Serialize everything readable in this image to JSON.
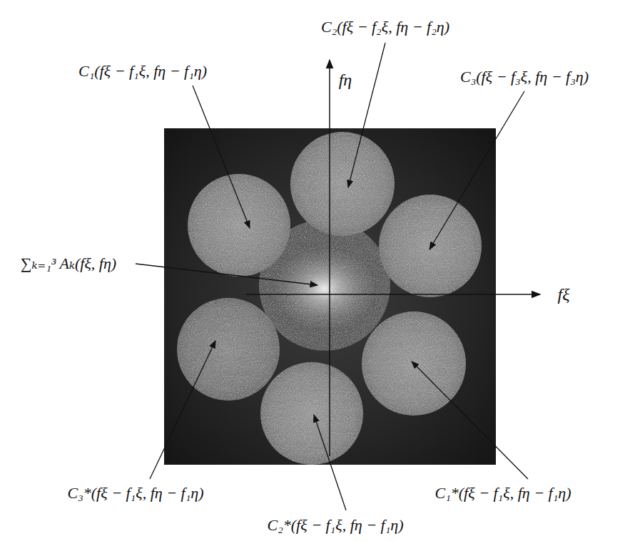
{
  "diagram": {
    "labels": [
      "C₂(fξ − f₂ξ, fη − f₂η)",
      "C₁(fξ − f₁ξ, fη − f₁η)",
      "fη",
      "C₃(fξ − f₃ξ, fη − f₃η)",
      "∑ₖ₌₁³ Aₖ(fξ, fη)",
      "fξ",
      "C₃*(fξ − f₁ξ, fη − f₁η)",
      "C₁*(fξ − f₁ξ, fη − f₁η)",
      "C₂*(fξ − f₁ξ, fη − f₁η)"
    ]
  }
}
